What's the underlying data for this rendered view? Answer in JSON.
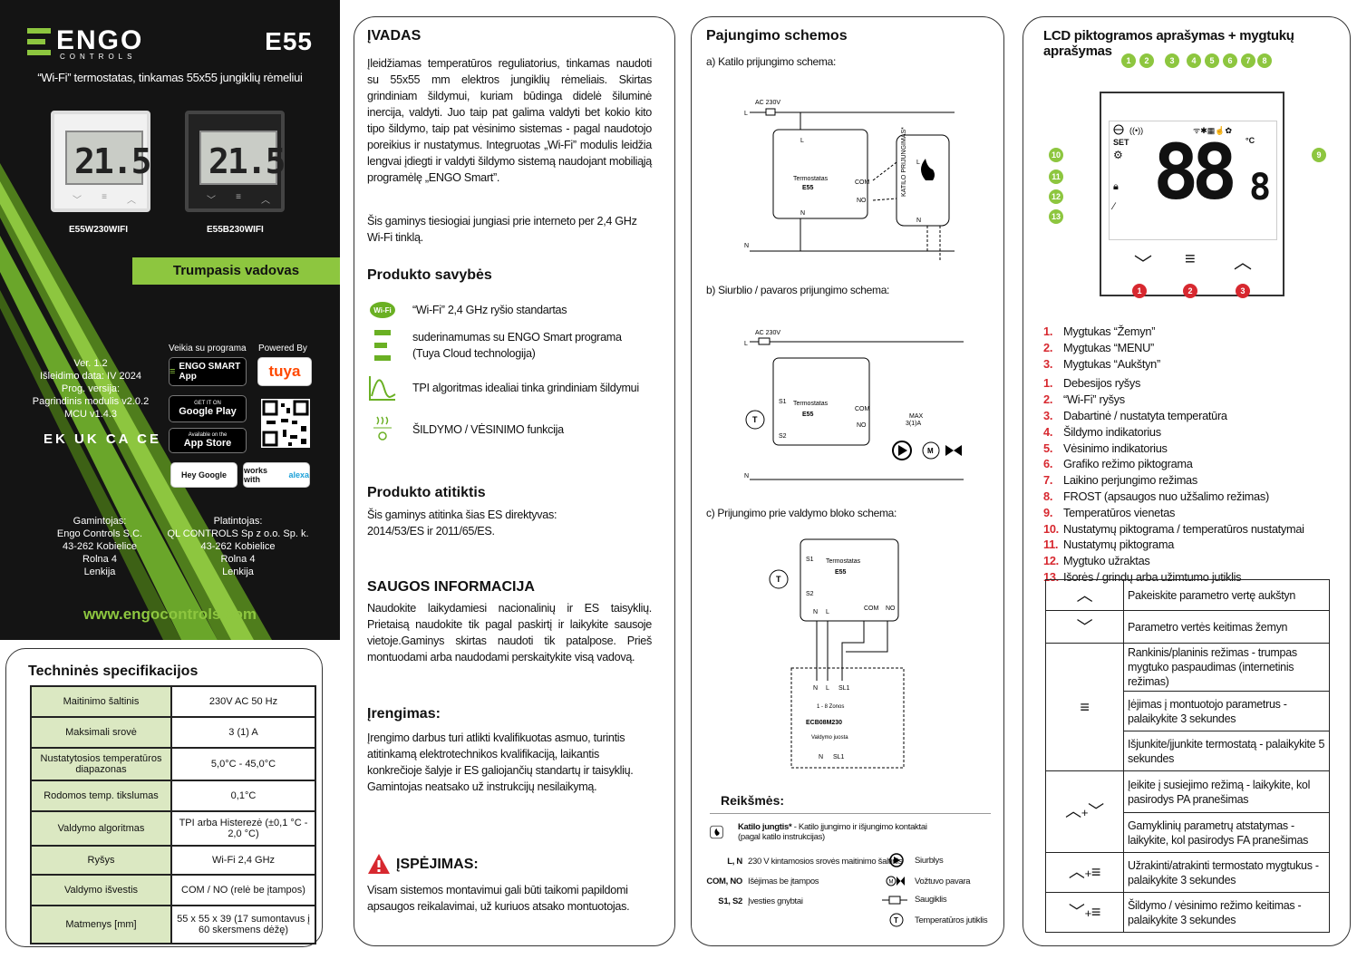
{
  "brand": {
    "name": "ENGO",
    "sub": "CONTROLS",
    "model": "E55"
  },
  "left": {
    "subtitle": "“Wi-Fi” termostatas, tinkamas 55x55 jungiklių rėmeliui",
    "device_white": {
      "display": "21.5",
      "label": "E55W230WIFI"
    },
    "device_black": {
      "display": "21.5",
      "label": "E55B230WIFI"
    },
    "guide_title": "Trumpasis vadovas",
    "version_lines": [
      "Ver. 1.2",
      "Išleidimo data: IV 2024",
      "Prog. versija:",
      "Pagrindinis modulis v2.0.2",
      "MCU v1.4.3"
    ],
    "certs": "EK UK CA CE EAC",
    "works_with_label": "Veikia su programa",
    "powered_label": "Powered By",
    "badges": {
      "engo_app": "ENGO SMART App",
      "tuya": "tuya",
      "google_play_small": "GET IT ON",
      "google_play": "Google Play",
      "app_store_small": "Available on the",
      "app_store": "App Store",
      "hey_google": "Hey Google",
      "works_with": "works with",
      "alexa": "alexa"
    },
    "manufacturer": [
      "Gamintojas:",
      "Engo Controls S.C.",
      "43-262 Kobielice",
      "Rolna 4",
      "Lenkija"
    ],
    "distributor": [
      "Platintojas:",
      "QL CONTROLS Sp z o.o. Sp. k.",
      "43-262 Kobielice",
      "Rolna 4",
      "Lenkija"
    ],
    "website": "www.engocontrols.com"
  },
  "spec": {
    "title": "Techninės specifikacijos",
    "rows": [
      {
        "k": "Maitinimo šaltinis",
        "v": "230V AC 50 Hz"
      },
      {
        "k": "Maksimali srovė",
        "v": "3 (1) A"
      },
      {
        "k": "Nustatytosios temperatūros diapazonas",
        "v": "5,0°C - 45,0°C"
      },
      {
        "k": "Rodomos temp. tikslumas",
        "v": "0,1°C"
      },
      {
        "k": "Valdymo algoritmas",
        "v": "TPI arba Histerezė (±0,1 °C - 2,0 °C)"
      },
      {
        "k": "Ryšys",
        "v": "Wi-Fi 2,4 GHz"
      },
      {
        "k": "Valdymo išvestis",
        "v": "COM / NO (relė be įtampos)"
      },
      {
        "k": "Matmenys [mm]",
        "v": "55 x 55 x 39 (17 sumontavus į 60 skersmens dėžę)"
      }
    ]
  },
  "col2": {
    "intro_title": "ĮVADAS",
    "intro_text": "Įleidžiamas temperatūros reguliatorius, tinkamas naudoti su 55x55 mm elektros jungiklių rėmeliais. Skirtas grindiniam šildymui, kuriam būdinga didelė šiluminė inercija, valdyti. Juo taip pat galima valdyti bet kokio kito tipo šildymo, taip pat vėsinimo sistemas - pagal naudotojo poreikius ir nustatymus. Integruotas „Wi-Fi” modulis leidžia lengvai įdiegti ir valdyti šildymo sistemą naudojant mobiliąją programėlę „ENGO Smart”.",
    "intro_text2": "Šis gaminys tiesiogiai jungiasi prie interneto per 2,4 GHz Wi-Fi tinklą.",
    "features_title": "Produkto savybės",
    "features": [
      {
        "icon": "wifi-icon",
        "text": "“Wi-Fi” 2,4 GHz ryšio standartas"
      },
      {
        "icon": "engo-icon",
        "text": "suderinamumas su ENGO Smart programa (Tuya Cloud technologija)"
      },
      {
        "icon": "tpi-icon",
        "text": "TPI algoritmas idealiai tinka grindiniam šildymui"
      },
      {
        "icon": "heat-cool-icon",
        "text": "ŠILDYMO / VĖSINIMO funkcija"
      }
    ],
    "conformity_title": "Produkto atitiktis",
    "conformity_text": "Šis gaminys atitinka šias ES direktyvas: 2014/53/ES ir 2011/65/ES.",
    "safety_title": "SAUGOS INFORMACIJA",
    "safety_text": "Naudokite laikydamiesi nacionalinių ir ES taisyklių. Prietaisą naudokite tik pagal paskirtį ir laikykite sausoje vietoje.Gaminys skirtas naudoti tik patalpose. Prieš montuodami arba naudodami perskaitykite visą vadovą.",
    "install_title": "Įrengimas:",
    "install_text": "Įrengimo darbus turi atlikti kvalifikuotas asmuo, turintis atitinkamą elektrotechnikos kvalifikaciją, laikantis konkrečioje šalyje ir ES galiojančių standartų ir taisyklių. Gamintojas neatsako už instrukcijų nesilaikymą.",
    "warning_title": "ĮSPĖJIMAS:",
    "warning_text": "Visam sistemos montavimui gali būti taikomi papildomi apsaugos reikalavimai, už kuriuos atsako montuotojas."
  },
  "col3": {
    "title": "Pajungimo schemos",
    "cap_a": "a) Katilo prijungimo schema:",
    "cap_b": "b) Siurblio / pavaros prijungimo schema:",
    "cap_c": "c) Prijungimo prie valdymo bloko schema:",
    "dia": {
      "ac": "AC 230V",
      "L": "L",
      "N": "N",
      "S1": "S1",
      "S2": "S2",
      "T": "T",
      "M": "M",
      "thermo": "Termostatas",
      "model": "E55",
      "com": "COM",
      "no": "NO",
      "boiler": "KATILO PRIJUNGIMAS*",
      "max": "MAX",
      "max_val": "3(1)A",
      "sl1": "SL1",
      "zones": "1 - 8 Zonos",
      "unit": "ECB08M230",
      "unit_sub": "Valdymo juosta"
    },
    "legend_title": "Reikšmės:",
    "legend": {
      "boiler_bold": "Katilo jungtis*",
      "boiler_text": " - Katilo įjungimo ir išjungimo kontaktai (pagal katilo instrukcijas)",
      "ln_key": "L, N",
      "ln_val": "230 V kintamosios srovės maitinimo šaltinis",
      "pump": "Siurblys",
      "com_key": "COM, NO",
      "com_val": "Išėjimas be įtampos",
      "actuator": "Vožtuvo pavara",
      "fuse": "Saugiklis",
      "s_key": "S1, S2",
      "s_val": "Įvesties gnybtai",
      "sensor": "Temperatūros jutiklis"
    }
  },
  "col4": {
    "title": "LCD piktogramos aprašymas + mygtukų aprašymas",
    "lcd": {
      "set": "SET",
      "digits": "88",
      "dec": "8",
      "unit": "°C"
    },
    "green_marks": [
      "1",
      "2",
      "3",
      "4",
      "5",
      "6",
      "7",
      "8",
      "9",
      "10",
      "11",
      "12",
      "13"
    ],
    "red_marks": [
      "1",
      "2",
      "3"
    ],
    "buttons": [
      {
        "n": "1.",
        "t": "Mygtukas “Žemyn”"
      },
      {
        "n": "2.",
        "t": "Mygtukas “MENU”"
      },
      {
        "n": "3.",
        "t": "Mygtukas “Aukštyn”"
      }
    ],
    "icons": [
      {
        "n": "1.",
        "t": "Debesijos ryšys"
      },
      {
        "n": "2.",
        "t": "“Wi-Fi” ryšys"
      },
      {
        "n": "3.",
        "t": "Dabartinė / nustatyta temperatūra"
      },
      {
        "n": "4.",
        "t": "Šildymo indikatorius"
      },
      {
        "n": "5.",
        "t": "Vėsinimo indikatorius"
      },
      {
        "n": "6.",
        "t": "Grafiko režimo piktograma"
      },
      {
        "n": "7.",
        "t": "Laikino perjungimo režimas"
      },
      {
        "n": "8.",
        "t": "FROST (apsaugos nuo užšalimo režimas)"
      },
      {
        "n": "9.",
        "t": "Temperatūros vienetas"
      },
      {
        "n": "10.",
        "t": "Nustatymų piktograma / temperatūros nustatymai"
      },
      {
        "n": "11.",
        "t": "Nustatymų piktograma"
      },
      {
        "n": "12.",
        "t": "Mygtuko užraktas"
      },
      {
        "n": "13.",
        "t": "Išorės / grindų arba užimtumo jutiklis"
      }
    ],
    "table": {
      "up": "Pakeiskite parametro vertę aukštyn",
      "down": "Parametro vertės keitimas žemyn",
      "menu1": "Rankinis/planinis režimas - trumpas mygtuko paspaudimas (internetinis režimas)",
      "menu2": "Įėjimas į montuotojo parametrus - palaikykite 3 sekundes",
      "menu3": "Išjunkite/įjunkite termostatą - palaikykite 5 sekundes",
      "updown1": "Įeikite į susiejimo režimą - laikykite, kol pasirodys PA pranešimas",
      "updown2": "Gamyklinių parametrų atstatymas - laikykite, kol pasirodys FA pranešimas",
      "upmenu": "Užrakinti/atrakinti termostato mygtukus - palaikykite 3 sekundes",
      "downmenu": "Šildymo / vėsinimo režimo keitimas - palaikykite 3 sekundes",
      "plus": "+"
    }
  }
}
